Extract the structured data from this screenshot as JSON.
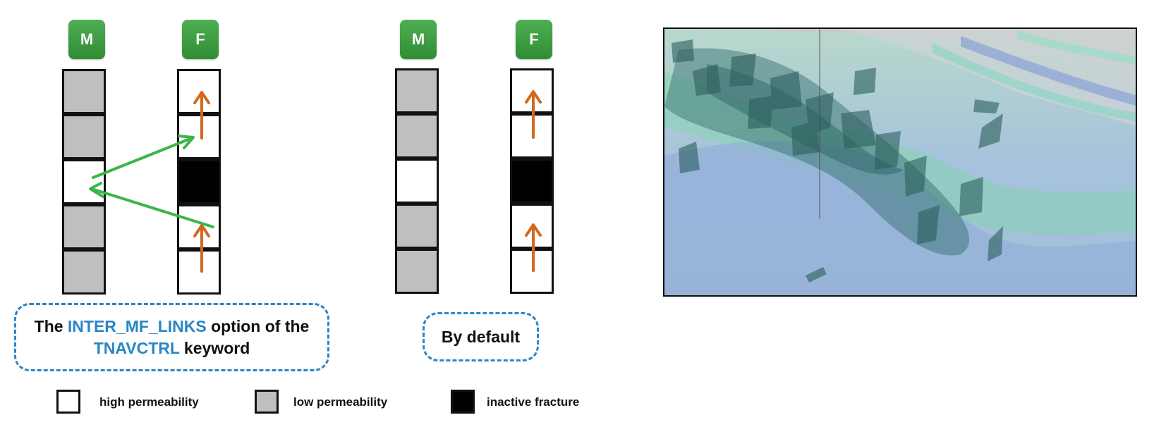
{
  "left_panel": {
    "matrix_label": "M",
    "fracture_label": "F",
    "matrix_cells": [
      "low",
      "low",
      "high",
      "low",
      "low"
    ],
    "fracture_cells": [
      "high",
      "high",
      "inactive",
      "high",
      "high"
    ],
    "caption_prefix": "The ",
    "caption_keyword1": "INTER_MF_LINKS",
    "caption_middle": " option of the",
    "caption_keyword2": "TNAVCTRL",
    "caption_suffix": " keyword"
  },
  "middle_panel": {
    "matrix_label": "M",
    "fracture_label": "F",
    "matrix_cells": [
      "low",
      "low",
      "high",
      "low",
      "low"
    ],
    "fracture_cells": [
      "high",
      "high",
      "inactive",
      "high",
      "high"
    ],
    "caption": "By default"
  },
  "legend": {
    "items": [
      {
        "kind": "high",
        "label": "high permeability"
      },
      {
        "kind": "low",
        "label": "low permeability"
      },
      {
        "kind": "inactive",
        "label": "inactive fracture"
      }
    ]
  },
  "colors": {
    "badge_green": "#3c9e40",
    "link_arrow_green": "#3cb54a",
    "flow_arrow_orange": "#d2691e",
    "keyword_blue": "#2a86c6",
    "dash_border_blue": "#2a86c6",
    "low_permeability_gray": "#bfbfbf",
    "inactive_black": "#000000"
  }
}
